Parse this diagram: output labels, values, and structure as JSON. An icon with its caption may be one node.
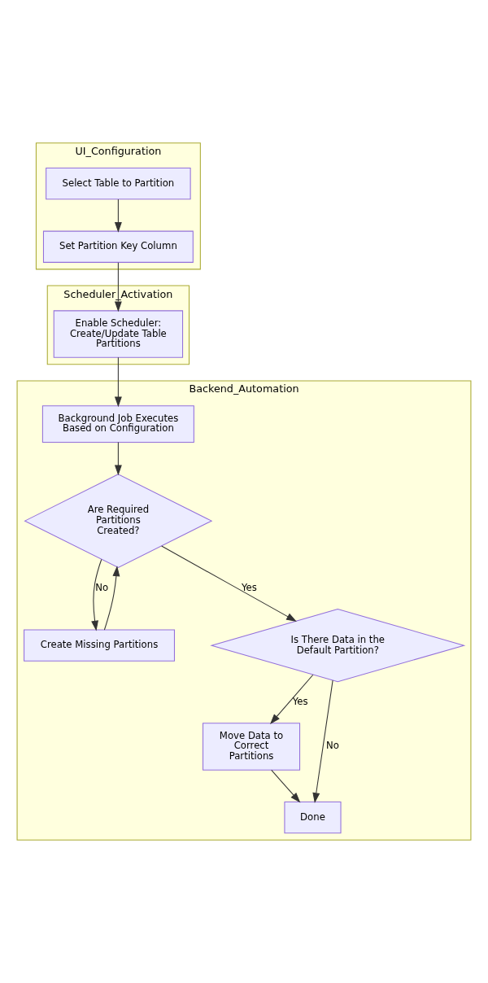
{
  "diagram": {
    "nodes": [
      {
        "text": [
          "UI_Configuration"
        ]
      },
      {
        "text": [
          "Select Table to Partition"
        ],
        "in": 0
      },
      {
        "text": [
          "Set Partition Key Column"
        ],
        "in": 0
      },
      {
        "text": [
          "Scheduler_Activation"
        ]
      },
      {
        "text": [
          "Enable Scheduler: Create/Update Table Partitions"
        ],
        "in": 3
      },
      {
        "text": [
          "Backend_Automation"
        ]
      },
      {
        "text": [
          "Background Job Executes Based on Configuration"
        ],
        "in": 5
      },
      {
        "text": [
          "Are Required Partitions Created?"
        ],
        "in": 5
      },
      {
        "text": [
          "Create Missing Partitions"
        ],
        "in": 5
      },
      {
        "text": [
          "Is There Data in the Default Partition?"
        ],
        "in": 5
      },
      {
        "text": [
          "Move Data to Correct Partitions"
        ],
        "in": 5
      },
      {
        "text": [
          "Done"
        ],
        "in": 5
      }
    ],
    "edges": [
      {
        "from": 1,
        "to": 2,
        "arrow": "to"
      },
      {
        "from": 2,
        "to": 4,
        "arrow": "to"
      },
      {
        "from": 4,
        "to": 6,
        "arrow": "to"
      },
      {
        "from": 6,
        "to": 7,
        "arrow": "to"
      },
      {
        "from": 7,
        "to": 8,
        "arrow": "to",
        "label": "No"
      },
      {
        "from": 8,
        "to": 7,
        "arrow": "to"
      },
      {
        "from": 7,
        "to": 9,
        "arrow": "to",
        "label": "Yes"
      },
      {
        "from": 9,
        "to": 10,
        "arrow": "to",
        "label": "Yes"
      },
      {
        "from": 9,
        "to": 11,
        "arrow": "to",
        "label": "No"
      },
      {
        "from": 10,
        "to": 11,
        "arrow": "to"
      }
    ]
  }
}
